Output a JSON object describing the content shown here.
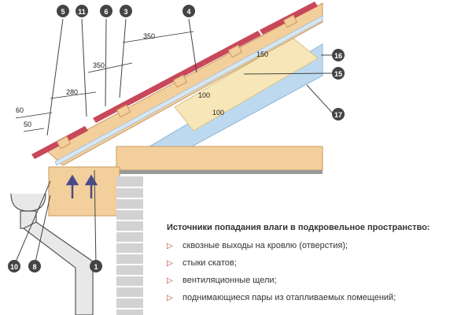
{
  "colors": {
    "timber": "#f3cf9c",
    "timber_stroke": "#c89a62",
    "tile": "#c8485a",
    "membrane": "#d6e6f3",
    "insulation_blue": "#bcd9f0",
    "callout": "#444444",
    "brick": "#b5b5b5",
    "arrow": "#c0392b",
    "airflow": "#4a4a8a"
  },
  "callouts": {
    "c1": "1",
    "c3": "3",
    "c4": "4",
    "c5": "5",
    "c6": "6",
    "c8": "8",
    "c10": "10",
    "c11": "11",
    "c15": "15",
    "c16": "16",
    "c17": "17"
  },
  "dimensions": {
    "d350a": "350",
    "d350b": "350",
    "d280": "280",
    "d60": "60",
    "d50": "50",
    "d150": "150",
    "d100a": "100",
    "d100b": "100"
  },
  "legend": {
    "title": "Источники попадания влаги в подкровельное пространство:",
    "items": [
      "сквозные  выходы на кровлю (отверстия);",
      "стыки скатов;",
      "вентиляционные щели;",
      "поднимающиеся пары из отапливаемых помещений;"
    ],
    "arrow_glyph": "▷"
  }
}
